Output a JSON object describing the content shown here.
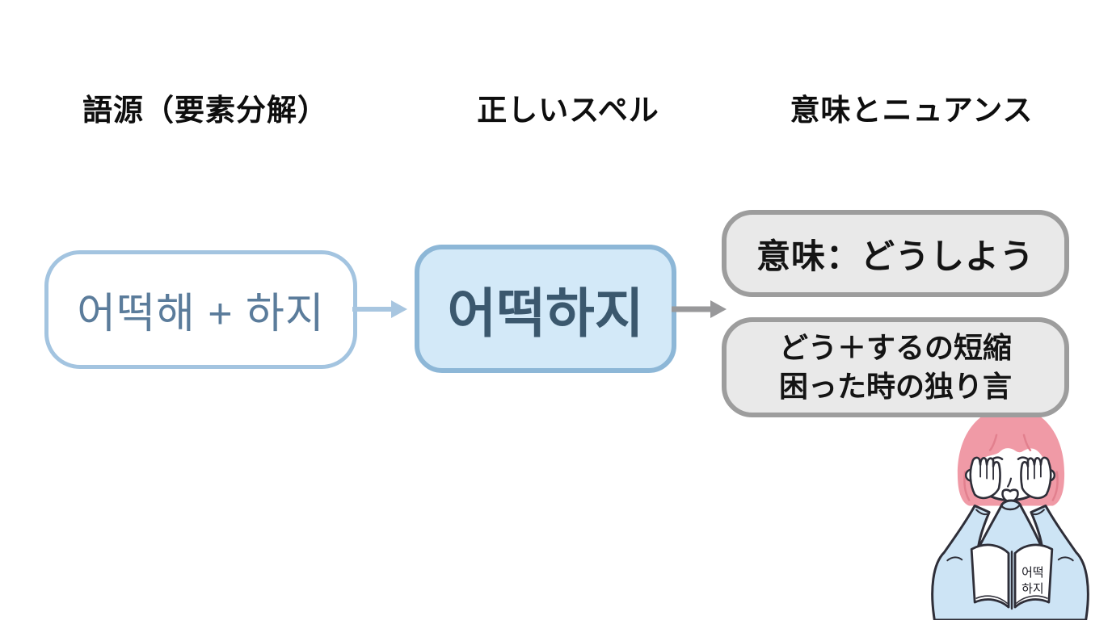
{
  "headers": {
    "etymology": "語源（要素分解）",
    "spelling": "正しいスペル",
    "meaning": "意味とニュアンス"
  },
  "flow": {
    "etymology_box": {
      "text": "어떡해 + 하지",
      "fill": "#ffffff",
      "border_color": "#a3c4e0",
      "text_color": "#5b7c9b"
    },
    "arrow1": {
      "color": "#a8c6e0"
    },
    "spelling_box": {
      "text": "어떡하지",
      "fill": "#d3e9f8",
      "border_color": "#8db7d7",
      "text_color": "#3b586e"
    },
    "arrow2": {
      "color": "#98989a"
    },
    "meaning_box": {
      "text": "意味：どうしよう",
      "fill": "#e9e9e9",
      "border_color": "#9d9d9d",
      "text_color": "#141414"
    },
    "nuance_box": {
      "lines": [
        "どう＋するの短縮",
        "困った時の独り言"
      ],
      "fill": "#e9e9e9",
      "border_color": "#9d9d9d",
      "text_color": "#141414"
    }
  },
  "illustration": {
    "description": "worried girl with hands on cheeks reading a book",
    "book_text": [
      "어떡",
      "하지"
    ],
    "hair_color": "#f09aa6",
    "sweater_color": "#cde4f5",
    "blush_color": "#f4aeb8",
    "outline_color": "#2e2e38"
  }
}
